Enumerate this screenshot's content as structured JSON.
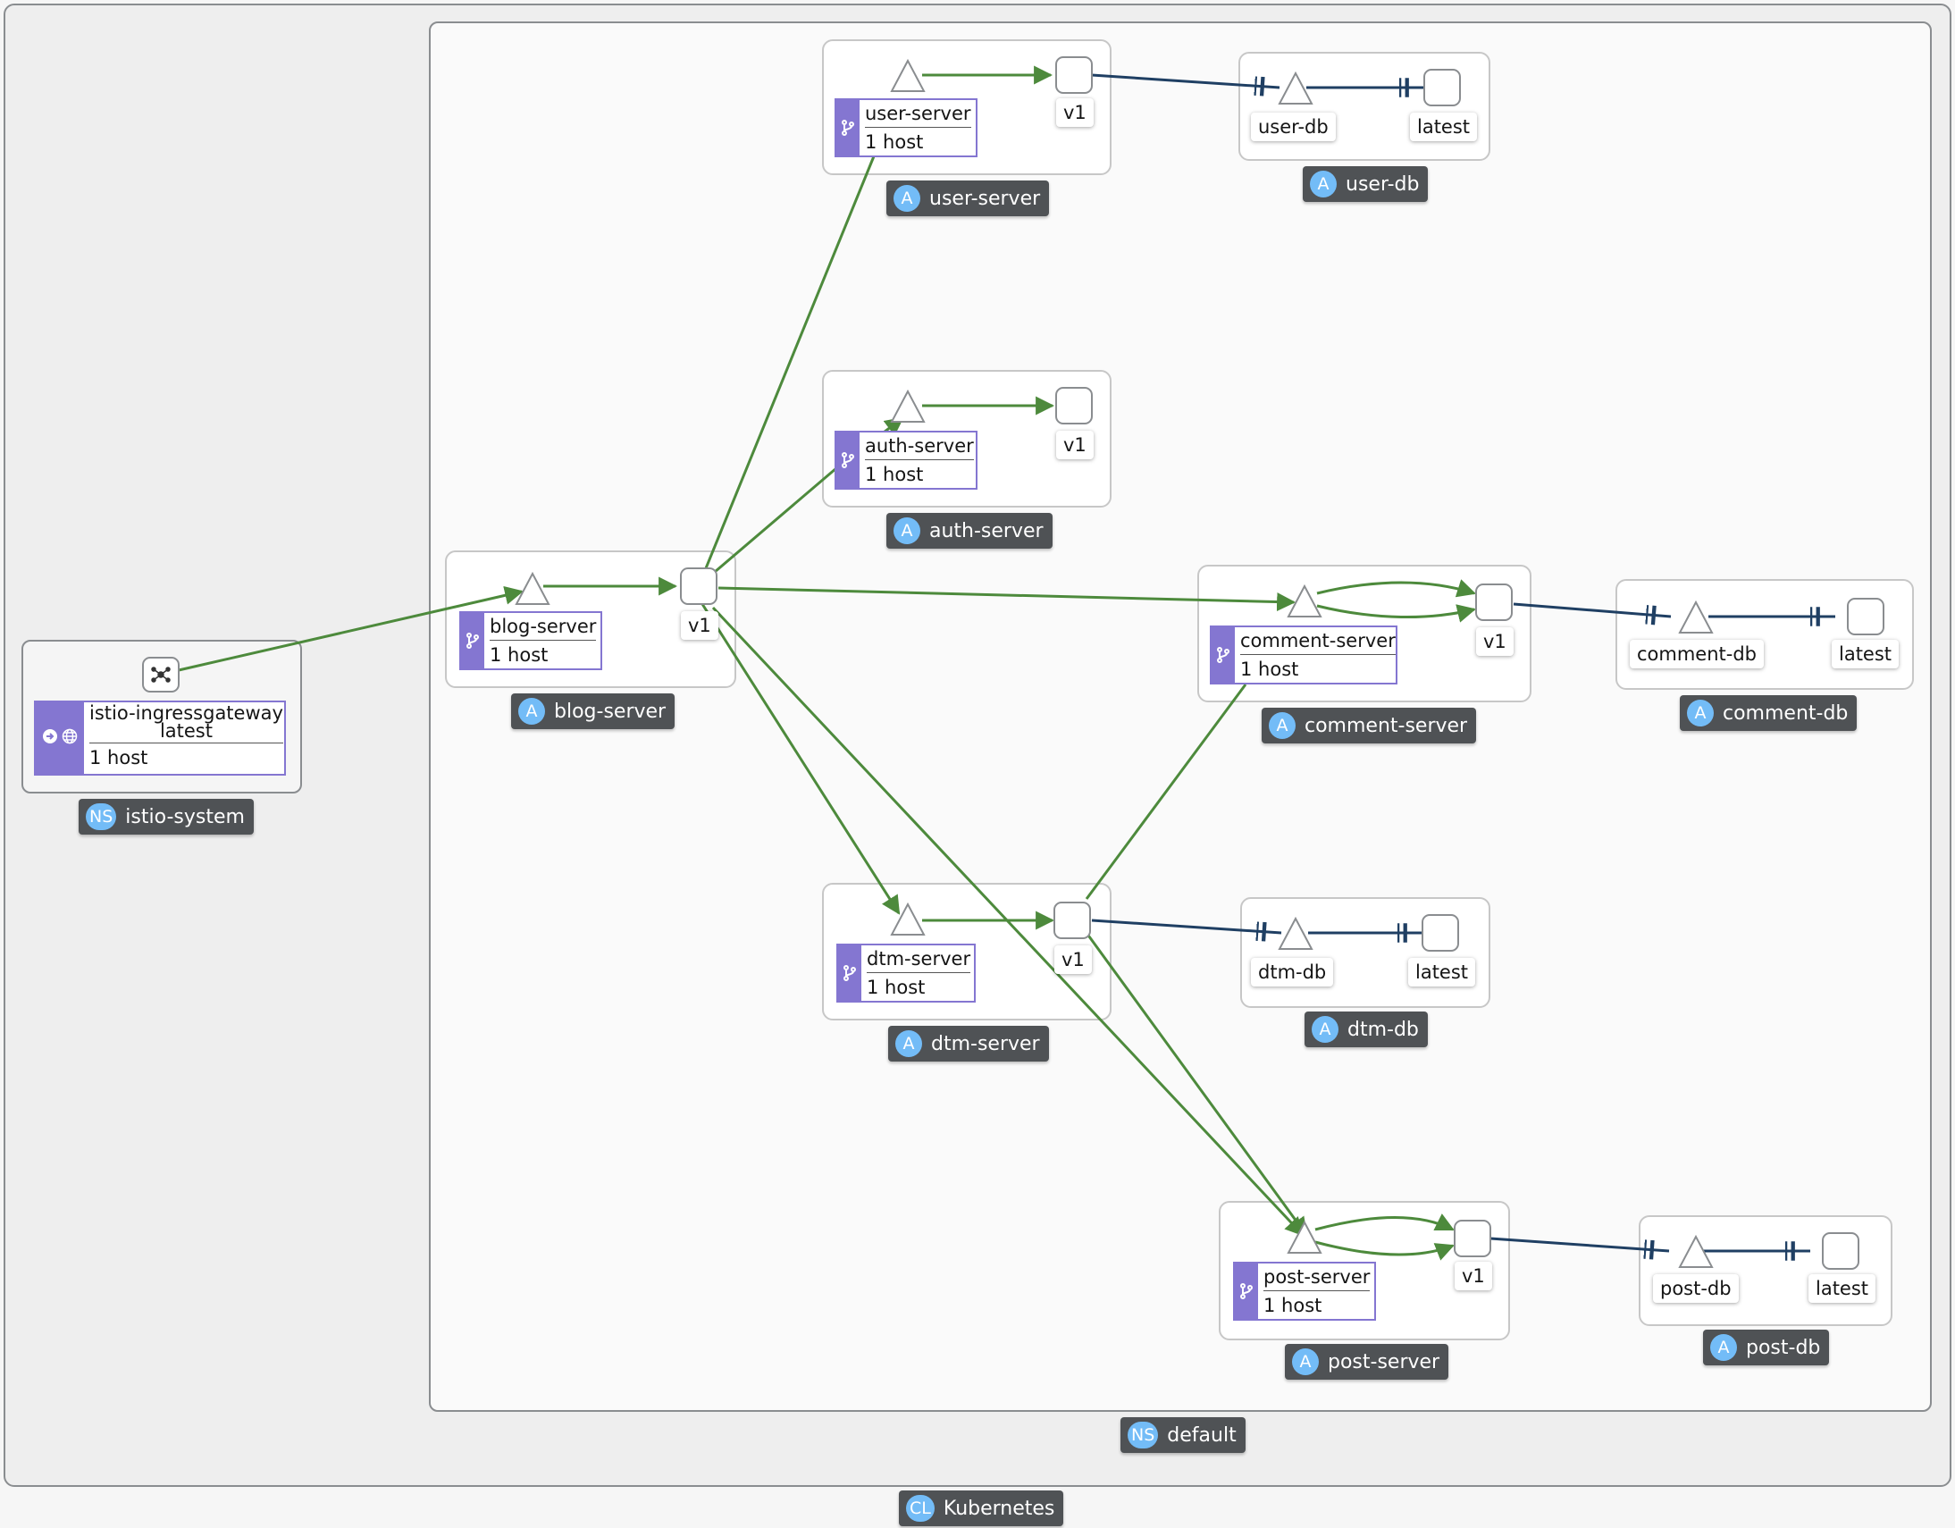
{
  "cluster": {
    "badge": "CL",
    "label": "Kubernetes"
  },
  "namespaces": {
    "istio": {
      "badge": "NS",
      "label": "istio-system"
    },
    "default": {
      "badge": "NS",
      "label": "default"
    }
  },
  "gateway": {
    "name": "istio-ingressgateway",
    "version": "latest",
    "hosts": "1 host"
  },
  "apps": {
    "user_server": {
      "badge": "A",
      "label": "user-server",
      "service": "user-server",
      "hosts": "1 host",
      "version": "v1"
    },
    "auth_server": {
      "badge": "A",
      "label": "auth-server",
      "service": "auth-server",
      "hosts": "1 host",
      "version": "v1"
    },
    "blog_server": {
      "badge": "A",
      "label": "blog-server",
      "service": "blog-server",
      "hosts": "1 host",
      "version": "v1"
    },
    "comment_server": {
      "badge": "A",
      "label": "comment-server",
      "service": "comment-server",
      "hosts": "1 host",
      "version": "v1"
    },
    "dtm_server": {
      "badge": "A",
      "label": "dtm-server",
      "service": "dtm-server",
      "hosts": "1 host",
      "version": "v1"
    },
    "post_server": {
      "badge": "A",
      "label": "post-server",
      "service": "post-server",
      "hosts": "1 host",
      "version": "v1"
    },
    "user_db": {
      "badge": "A",
      "label": "user-db",
      "service": "user-db",
      "version": "latest"
    },
    "comment_db": {
      "badge": "A",
      "label": "comment-db",
      "service": "comment-db",
      "version": "latest"
    },
    "dtm_db": {
      "badge": "A",
      "label": "dtm-db",
      "service": "dtm-db",
      "version": "latest"
    },
    "post_db": {
      "badge": "A",
      "label": "post-db",
      "service": "post-db",
      "version": "latest"
    }
  },
  "colors": {
    "http_edge": "#4d8a3c",
    "tcp_edge": "#1f3f63",
    "virtual_service": "#8476d1",
    "badge": "#73bcf7",
    "label_bg": "#4f5255"
  },
  "icons": {
    "virtual_service": "code-branch-icon",
    "gateway_ingress": "arrow-circle-right-icon",
    "gateway_globe": "globe-icon",
    "gateway_node": "network-icon",
    "service_node": "triangle-icon",
    "workload_node": "square-icon"
  }
}
